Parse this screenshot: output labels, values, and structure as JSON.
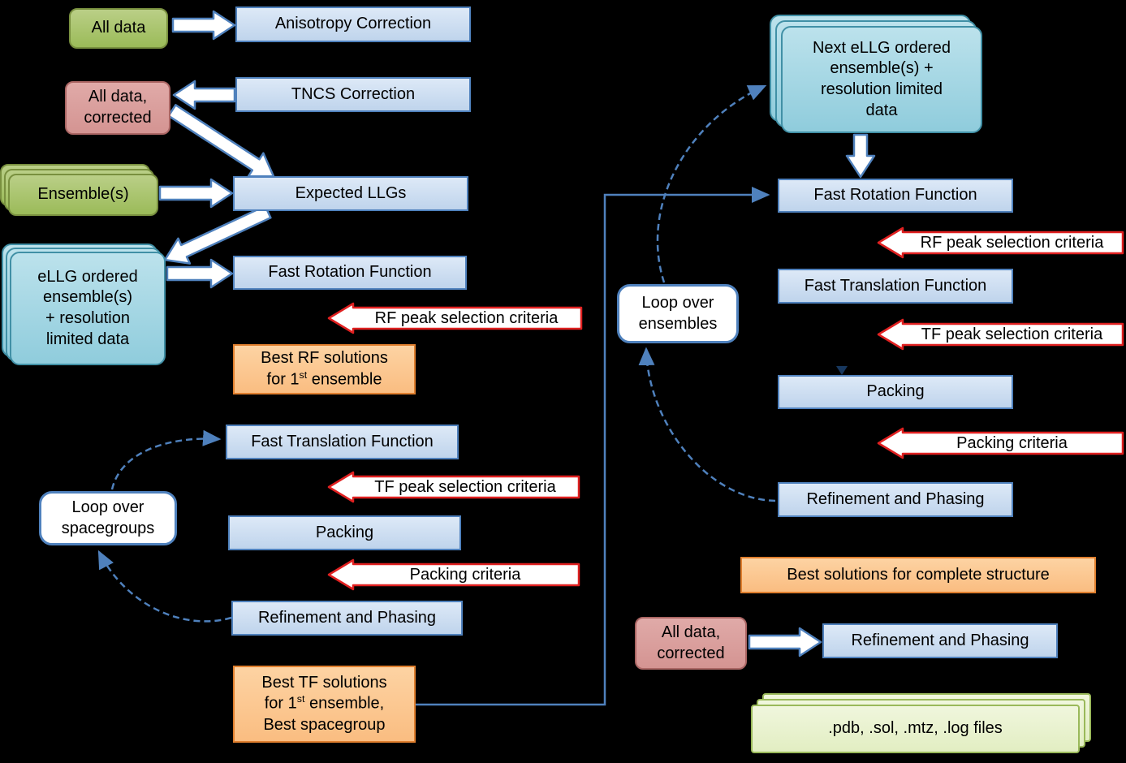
{
  "colors": {
    "background": "#000000",
    "process_blue_fill": "#c9daf0",
    "process_blue_border": "#4f81bd",
    "data_green": "#9bbb59",
    "data_pink": "#d49492",
    "ensemble_teal": "#93cedd",
    "result_orange": "#fbc48b",
    "criteria_arrow_red": "#e02020",
    "flow_arrow_outline": "#4f81bd",
    "output_palegreen": "#e6f0c9"
  },
  "left": {
    "all_data": "All data",
    "anisotropy": "Anisotropy Correction",
    "tncs": "TNCS Correction",
    "all_data_corrected": {
      "line1": "All data,",
      "line2": "corrected"
    },
    "ensembles": "Ensemble(s)",
    "expected_llgs": "Expected LLGs",
    "ellg_lines": {
      "0": "eLLG ordered",
      "1": "ensemble(s)",
      "2": "+ resolution",
      "3": "limited data"
    },
    "fast_rotation": "Fast Rotation Function",
    "rf_criteria": "RF peak selection criteria",
    "best_rf": {
      "line1": "Best RF solutions",
      "line2_pre": "for 1",
      "sup": "st",
      "line2_post": " ensemble"
    },
    "fast_translation": "Fast Translation Function",
    "tf_criteria": "TF peak selection criteria",
    "packing": "Packing",
    "packing_criteria": "Packing criteria",
    "refinement": "Refinement and Phasing",
    "loop_spacegroups": {
      "line1": "Loop over",
      "line2": "spacegroups"
    },
    "best_tf": {
      "line1": "Best TF solutions",
      "line2_pre": "for 1",
      "sup": "st",
      "line2_post": " ensemble,",
      "line3": "Best spacegroup"
    }
  },
  "right": {
    "next_ellg_lines": {
      "0": "Next eLLG ordered",
      "1": "ensemble(s) +",
      "2": "resolution limited",
      "3": "data"
    },
    "fast_rotation": "Fast Rotation Function",
    "rf_criteria": "RF peak selection criteria",
    "fast_translation": "Fast Translation Function",
    "tf_criteria": "TF peak selection criteria",
    "packing": "Packing",
    "packing_criteria": "Packing criteria",
    "refinement": "Refinement and Phasing",
    "loop_ensembles": {
      "line1": "Loop over",
      "line2": "ensembles"
    },
    "best_solutions": "Best solutions for complete structure",
    "all_data_corrected": {
      "line1": "All data,",
      "line2": "corrected"
    },
    "refinement_final": "Refinement and Phasing",
    "output_files": ".pdb, .sol, .mtz, .log files"
  }
}
